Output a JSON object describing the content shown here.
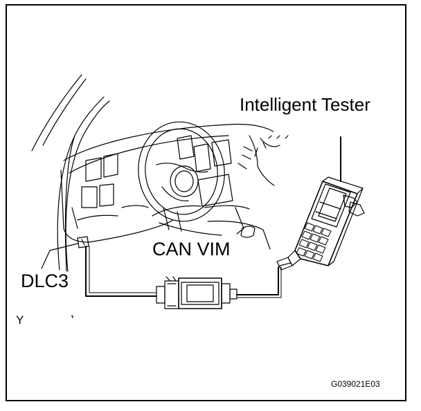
{
  "labels": {
    "intelligent_tester": "Intelligent Tester",
    "can_vim": "CAN VIM",
    "dlc3": "DLC3",
    "corner_mark": "Y",
    "figure_code": "G039021E03"
  }
}
